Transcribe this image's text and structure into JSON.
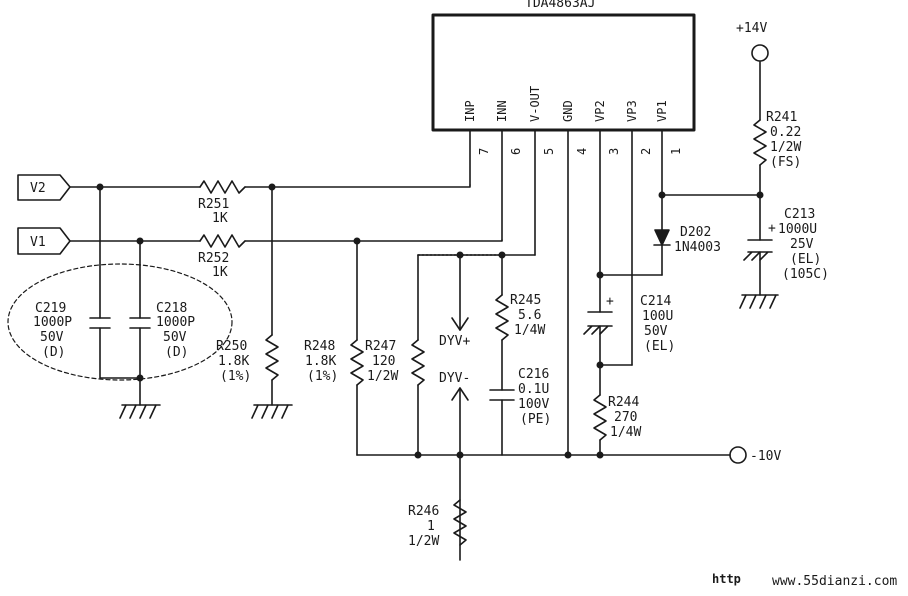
{
  "ic": {
    "name": "TDA4863AJ",
    "pins": [
      {
        "num": "7",
        "name": "INP"
      },
      {
        "num": "6",
        "name": "INN"
      },
      {
        "num": "5",
        "name": "V-OUT"
      },
      {
        "num": "4",
        "name": "GND"
      },
      {
        "num": "3",
        "name": "VP2"
      },
      {
        "num": "2",
        "name": "VP3"
      },
      {
        "num": "1",
        "name": "VP1"
      }
    ]
  },
  "ports": {
    "v2": "V2",
    "v1": "V1",
    "plus14": "+14V",
    "minus10": "-10V"
  },
  "components": {
    "r251": [
      "R251",
      "1K"
    ],
    "r252": [
      "R252",
      "1K"
    ],
    "r250": [
      "R250",
      "1.8K",
      "(1%)"
    ],
    "r248": [
      "R248",
      "1.8K",
      "(1%)"
    ],
    "r247": [
      "R247",
      "120",
      "1/2W"
    ],
    "r245": [
      "R245",
      "5.6",
      "1/4W"
    ],
    "r244": [
      "R244",
      "270",
      "1/4W"
    ],
    "r241": [
      "R241",
      "0.22",
      "1/2W",
      "(FS)"
    ],
    "r246": [
      "R246",
      "1",
      "1/2W"
    ],
    "c219": [
      "C219",
      "1000P",
      "50V",
      "(D)"
    ],
    "c218": [
      "C218",
      "1000P",
      "50V",
      "(D)"
    ],
    "c216": [
      "C216",
      "0.1U",
      "100V",
      "(PE)"
    ],
    "c214": [
      "C214",
      "100U",
      "50V",
      "(EL)"
    ],
    "c213": [
      "C213",
      "1000U",
      "25V",
      "(EL)",
      "(105C)"
    ],
    "d202": [
      "D202",
      "1N4003"
    ],
    "c214_plus": "+",
    "c213_plus": "+"
  },
  "yoke": {
    "plus": "DYV+",
    "minus": "DYV-"
  },
  "watermark": {
    "prefix": "http",
    "site": "www.55dianzi.com"
  }
}
